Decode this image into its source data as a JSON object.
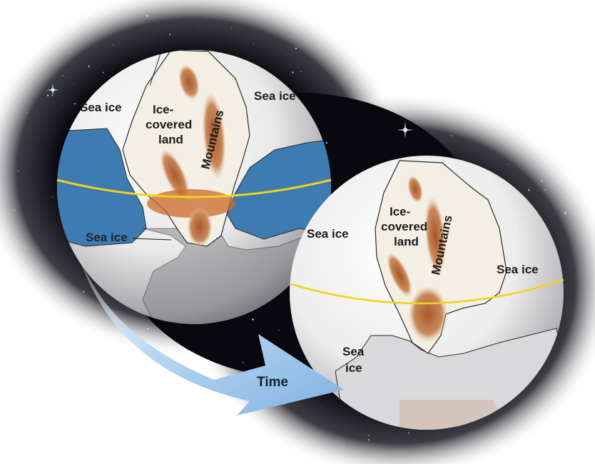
{
  "labels": {
    "left_globe": {
      "sea_ice_left": "Sea ice",
      "sea_ice_right": "Sea ice",
      "sea_ice_bottom": "Sea ice",
      "land_line1": "Ice-",
      "land_line2": "covered",
      "land_line3": "land",
      "mountains": "Mountains"
    },
    "right_globe": {
      "sea_ice_left": "Sea ice",
      "sea_ice_right": "Sea ice",
      "sea_ice_bottom_line1": "Sea",
      "sea_ice_bottom_line2": "ice",
      "land_line1": "Ice-",
      "land_line2": "covered",
      "land_line3": "land",
      "mountains": "Mountains"
    },
    "time_arrow": "Time"
  },
  "colors": {
    "ocean": "#3d7bb0",
    "equator": "#f2d21a",
    "mountains": "#b9703d",
    "land": "#f4efe4",
    "sea_ice": "#e6e6e6",
    "time_arrow": "#9cc4ea",
    "space": "#0b0b12"
  }
}
